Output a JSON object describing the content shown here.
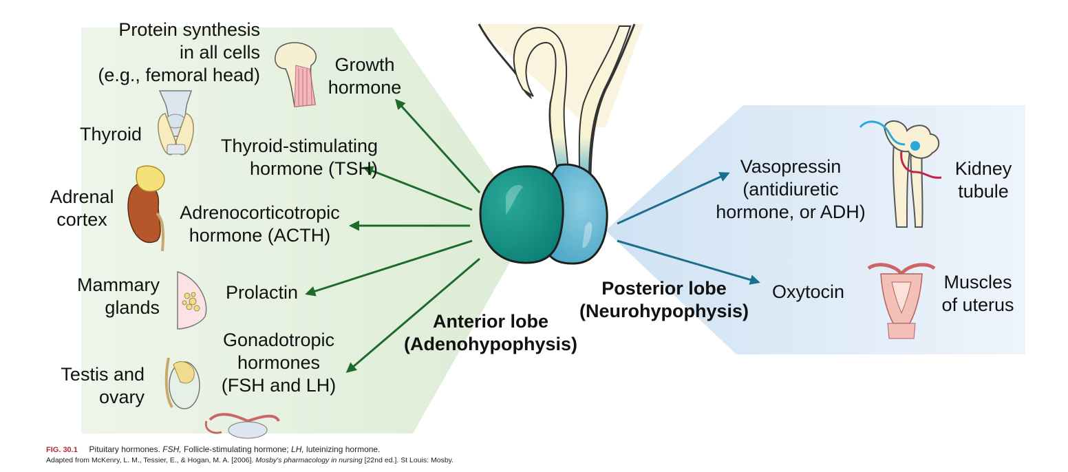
{
  "colors": {
    "anterior_lobe": "#0e8a7e",
    "posterior_lobe": "#5ab3cf",
    "anterior_arrow": "#1d6b2a",
    "posterior_arrow": "#1a6f8f",
    "anterior_panel": "#e4efde",
    "posterior_panel": "#dce9f6",
    "caption_accent": "#b0263a"
  },
  "anterior": {
    "title_line1": "Anterior lobe",
    "title_line2": "(Adenohypophysis)",
    "hormones": {
      "gh_1": "Growth",
      "gh_2": "hormone",
      "tsh_1": "Thyroid-stimulating",
      "tsh_2": "hormone (TSH)",
      "acth_1": "Adrenocorticotropic",
      "acth_2": "hormone (ACTH)",
      "prolactin": "Prolactin",
      "gonad_1": "Gonadotropic",
      "gonad_2": "hormones",
      "gonad_3": "(FSH and LH)"
    },
    "targets": {
      "protein_1": "Protein synthesis",
      "protein_2": "in all cells",
      "protein_3": "(e.g., femoral head)",
      "thyroid": "Thyroid",
      "adrenal_1": "Adrenal",
      "adrenal_2": "cortex",
      "mammary_1": "Mammary",
      "mammary_2": "glands",
      "testis_1": "Testis and",
      "testis_2": "ovary"
    }
  },
  "posterior": {
    "title_line1": "Posterior lobe",
    "title_line2": "(Neurohypophysis)",
    "hormones": {
      "vaso_1": "Vasopressin",
      "vaso_2": "(antidiuretic",
      "vaso_3": "hormone, or ADH)",
      "oxytocin": "Oxytocin"
    },
    "targets": {
      "kidney_1": "Kidney",
      "kidney_2": "tubule",
      "uterus_1": "Muscles",
      "uterus_2": "of uterus"
    }
  },
  "caption": {
    "fig_label": "FIG. 30.1",
    "text_1": "Pituitary hormones. ",
    "abbr_fsh": "FSH,",
    "text_2": " Follicle-stimulating hormone; ",
    "abbr_lh": "LH,",
    "text_3": " luteinizing hormone.",
    "source_1": "Adapted from McKenry, L. M., Tessier, E., & Hogan, M. A. [2006]. ",
    "source_title": "Mosby's pharmacology in nursing",
    "source_2": " [22nd ed.]. St Louis: Mosby."
  }
}
